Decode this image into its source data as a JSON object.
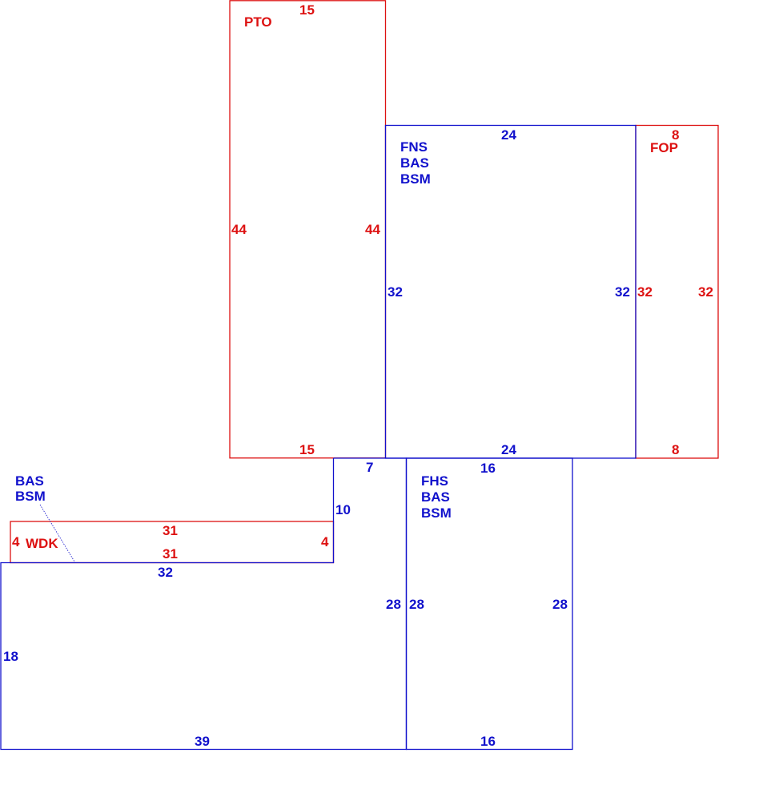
{
  "colors": {
    "red": "#dd1111",
    "blue": "#1111cc"
  },
  "areas": {
    "pto": {
      "code": "PTO",
      "dims": {
        "top": "15",
        "left": "44",
        "right": "44",
        "bottom": "15"
      }
    },
    "fns": {
      "codes": [
        "FNS",
        "BAS",
        "BSM"
      ],
      "dims": {
        "top": "24",
        "left": "32",
        "right": "32",
        "bottom": "24"
      }
    },
    "fop": {
      "code": "FOP",
      "dims": {
        "top": "8",
        "left": "32",
        "right": "32",
        "bottom": "8"
      }
    },
    "fhs": {
      "codes": [
        "FHS",
        "BAS",
        "BSM"
      ],
      "dims": {
        "top": "16",
        "left": "28",
        "right": "28",
        "bottom": "16"
      }
    },
    "wdk": {
      "code": "WDK",
      "dims": {
        "top": "31",
        "bottom": "31",
        "left": "4",
        "right": "4"
      }
    },
    "bas_left": {
      "codes": [
        "BAS",
        "BSM"
      ],
      "dims": {
        "step_top": "7",
        "step_side": "10",
        "top": "32",
        "left": "18",
        "right": "28",
        "bottom": "39"
      }
    }
  }
}
